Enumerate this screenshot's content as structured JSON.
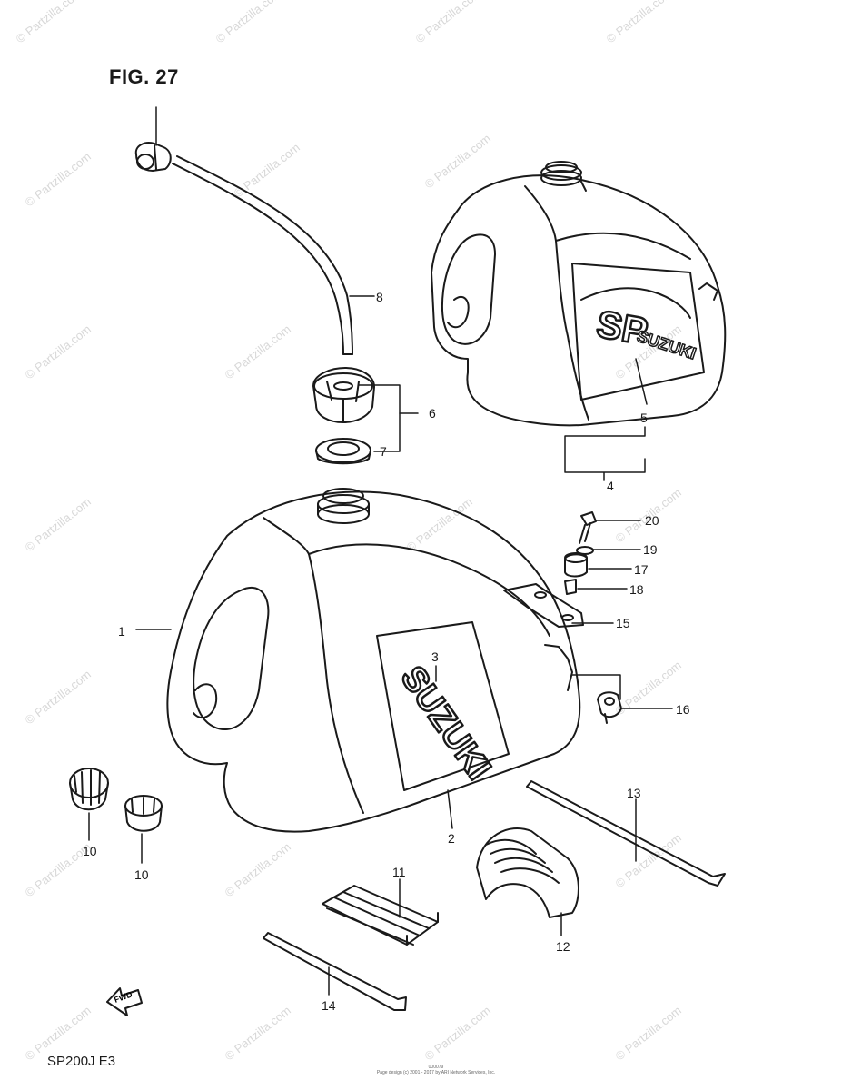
{
  "figure_title": "FIG. 27",
  "model_code": "SP200J  E3",
  "footer_text": "Page design (c) 2001 - 2017 by ARI Network Services, Inc.",
  "footer_code": "000079",
  "watermark": "© Partzilla.com",
  "fwd_label": "FWD",
  "decal_labels": {
    "sp": "SP",
    "suzuki_small": "SUZUKI",
    "suzuki_large": "SUZUKI"
  },
  "callouts": [
    "1",
    "2",
    "3",
    "4",
    "5",
    "6",
    "7",
    "8",
    "10",
    "10",
    "11",
    "12",
    "13",
    "14",
    "15",
    "16",
    "17",
    "18",
    "19",
    "20"
  ]
}
